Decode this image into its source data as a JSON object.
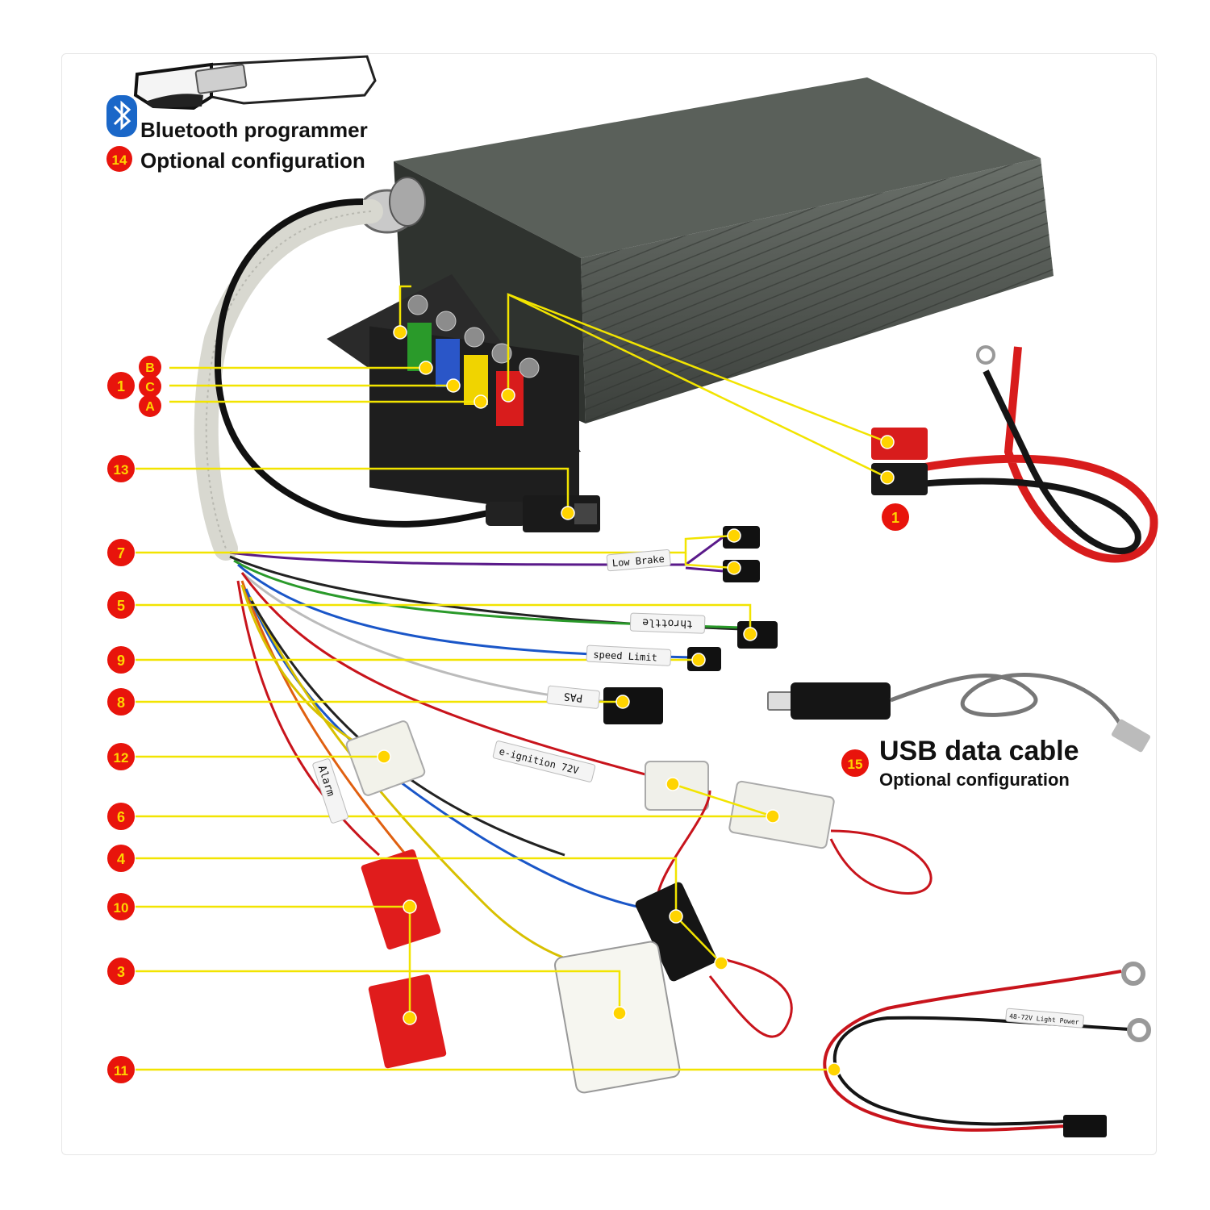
{
  "header": {
    "bt_title": "Bluetooth programmer",
    "bt_badge": "14",
    "bt_note": "Optional configuration"
  },
  "usb": {
    "title": "USB data cable",
    "badge": "15",
    "note": "Optional configuration"
  },
  "phase_letters": [
    "B",
    "C",
    "A"
  ],
  "battery_badge": "1",
  "badges": {
    "phase": "1",
    "usb_port": "13",
    "low_brake": "7",
    "throttle": "5",
    "speed_limit": "9",
    "pas": "8",
    "alarm_plug": "12",
    "ignition": "6",
    "hall": "4",
    "red_a": "10",
    "red_b": "3",
    "light": "11"
  },
  "wire_labels": {
    "low_brake": "Low Brake",
    "throttle": "throttle",
    "speed_limit": "speed Limit",
    "pas": "PAS",
    "ignition": "e-ignition 72V",
    "alarm": "Alarm",
    "light_power": "48-72V Light Power"
  },
  "colors": {
    "badge_red": "#e8140c",
    "badge_yellow": "#ffd400",
    "leader": "#f2e400",
    "housing": "#4a4f4a"
  }
}
